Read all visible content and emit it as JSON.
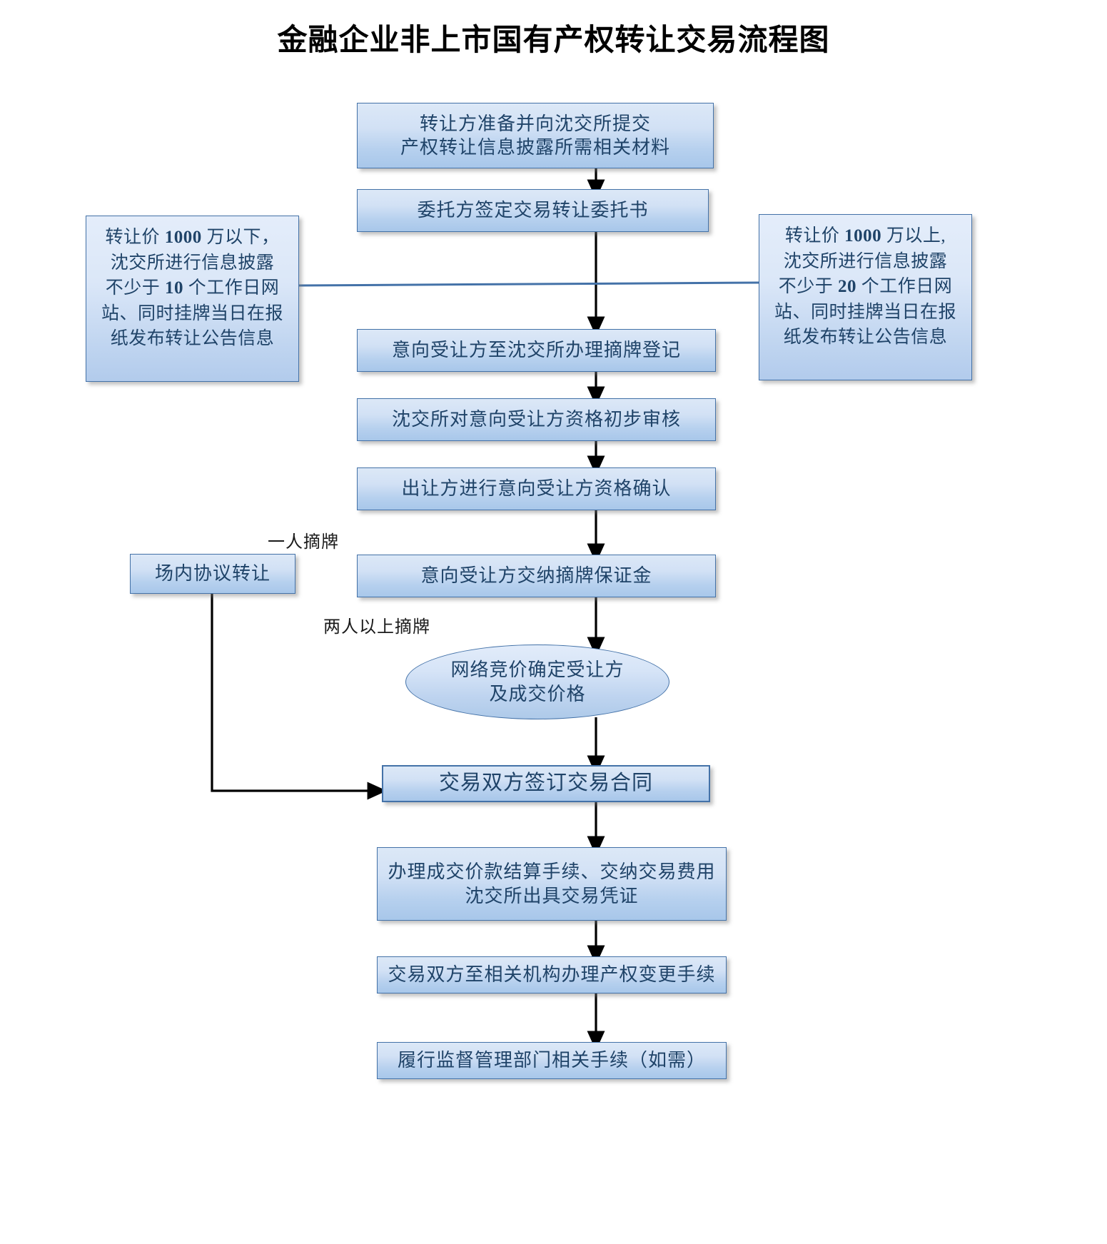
{
  "title": "金融企业非上市国有产权转让交易流程图",
  "colors": {
    "node_border": "#4472a8",
    "node_fill_top": "#dce8f7",
    "node_fill_bottom": "#a8c7ea",
    "node_text": "#1f4368",
    "arrow": "#000000",
    "connector_line": "#4472a8",
    "title_text": "#000000",
    "label_text": "#1a1a1a",
    "background": "#ffffff"
  },
  "flow": {
    "type": "flowchart",
    "orientation": "top-to-bottom",
    "nodes": [
      {
        "id": "n1",
        "shape": "process",
        "lines": [
          "转让方准备并向沈交所提交",
          "产权转让信息披露所需相关材料"
        ]
      },
      {
        "id": "n2",
        "shape": "process",
        "lines": [
          "委托方签定交易转让委托书"
        ]
      },
      {
        "id": "n3",
        "shape": "process",
        "lines": [
          "意向受让方至沈交所办理摘牌登记"
        ]
      },
      {
        "id": "n4",
        "shape": "process",
        "lines": [
          "沈交所对意向受让方资格初步审核"
        ]
      },
      {
        "id": "n5",
        "shape": "process",
        "lines": [
          "出让方进行意向受让方资格确认"
        ]
      },
      {
        "id": "n6",
        "shape": "process",
        "lines": [
          "意向受让方交纳摘牌保证金"
        ]
      },
      {
        "id": "n7",
        "shape": "ellipse",
        "lines": [
          "网络竞价确定受让方",
          "及成交价格"
        ]
      },
      {
        "id": "n8",
        "shape": "process",
        "emphasis": true,
        "lines": [
          "交易双方签订交易合同"
        ]
      },
      {
        "id": "n9",
        "shape": "process",
        "lines": [
          "办理成交价款结算手续、交纳交易费用",
          "沈交所出具交易凭证"
        ]
      },
      {
        "id": "n10",
        "shape": "process",
        "lines": [
          "交易双方至相关机构办理产权变更手续"
        ]
      },
      {
        "id": "n11",
        "shape": "process",
        "lines": [
          "履行监督管理部门相关手续（如需）"
        ]
      },
      {
        "id": "side1",
        "shape": "process",
        "lines": [
          "场内协议转让"
        ]
      }
    ],
    "notes": [
      {
        "id": "note-left",
        "position": "left",
        "lines": [
          {
            "pre": "转让价 ",
            "strong": "1000",
            "post": " 万以下，"
          },
          {
            "pre": "沈交所进行信息披露",
            "strong": "",
            "post": ""
          },
          {
            "pre": "不少于 ",
            "strong": "10",
            "post": " 个工作日网"
          },
          {
            "pre": "站、同时挂牌当日在报",
            "strong": "",
            "post": ""
          },
          {
            "pre": "纸发布转让公告信息",
            "strong": "",
            "post": ""
          }
        ]
      },
      {
        "id": "note-right",
        "position": "right",
        "lines": [
          {
            "pre": "转让价 ",
            "strong": "1000",
            "post": " 万以上,"
          },
          {
            "pre": "沈交所进行信息披露",
            "strong": "",
            "post": ""
          },
          {
            "pre": "不少于 ",
            "strong": "20",
            "post": " 个工作日网"
          },
          {
            "pre": "站、同时挂牌当日在报",
            "strong": "",
            "post": ""
          },
          {
            "pre": "纸发布转让公告信息",
            "strong": "",
            "post": ""
          }
        ]
      }
    ],
    "edge_labels": [
      {
        "id": "label-single-bidder",
        "text": "一人摘牌"
      },
      {
        "id": "label-multi-bidder",
        "text": "两人以上摘牌"
      }
    ]
  }
}
